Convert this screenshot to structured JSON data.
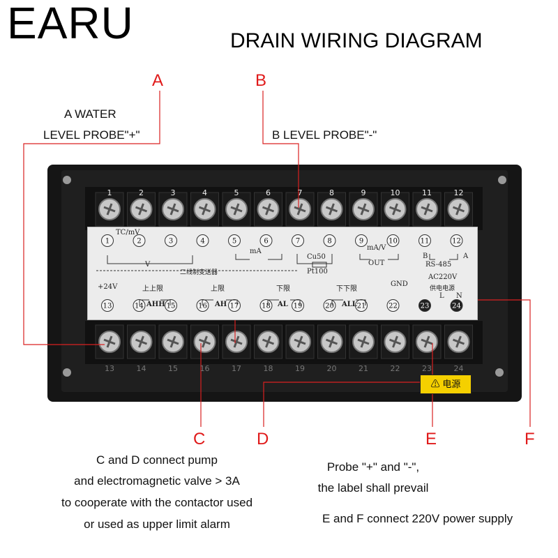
{
  "brand": "EARU",
  "title": "DRAIN WIRING DIAGRAM",
  "letters": {
    "a": "A",
    "b": "B",
    "c": "C",
    "d": "D",
    "e": "E",
    "f": "F"
  },
  "notes": {
    "a_line1": "A WATER",
    "a_line2": "LEVEL PROBE\"+\"",
    "b_line1": "B LEVEL PROBE\"-\"",
    "cd_line1": "C and D connect pump",
    "cd_line2": "and electromagnetic valve > 3A",
    "cd_line3": "to cooperate with the contactor used",
    "cd_line4": "or used as upper limit alarm",
    "probe_line1": "Probe \"+\" and \"-\",",
    "probe_line2": "the label shall prevail",
    "ef_line1": "E and F connect 220V power supply"
  },
  "top_terminals": [
    "1",
    "2",
    "3",
    "4",
    "5",
    "6",
    "7",
    "8",
    "9",
    "10",
    "11",
    "12"
  ],
  "bottom_terminals": [
    "13",
    "14",
    "15",
    "16",
    "17",
    "18",
    "19",
    "20",
    "21",
    "22",
    "23",
    "24"
  ],
  "panel": {
    "tc_mv": "TC/mV",
    "v_label": "V",
    "ma_label": "mA",
    "cu50": "Cu50",
    "pt100": "Pt100",
    "transmitter": "二线制变送器",
    "ma_v": "mA/V",
    "out": "OUT",
    "rs485": "RS-485",
    "b_label": "B",
    "a_label": "A",
    "plus24": "+24V",
    "upper_upper": "上上限",
    "upper": "上限",
    "lower": "下限",
    "lower_lower": "下下限",
    "gnd": "GND",
    "ac220": "AC220V",
    "power_supply": "供电电源",
    "l_label": "L",
    "n_label": "N",
    "ahh": "AHH",
    "ah": "AH",
    "al": "AL",
    "all": "ALL"
  },
  "warning_label": "电源",
  "colors": {
    "accent_red": "#e01a1a",
    "warning_yellow": "#f5d000",
    "device_body": "#1c1c1c",
    "panel_bg": "#ececec"
  }
}
